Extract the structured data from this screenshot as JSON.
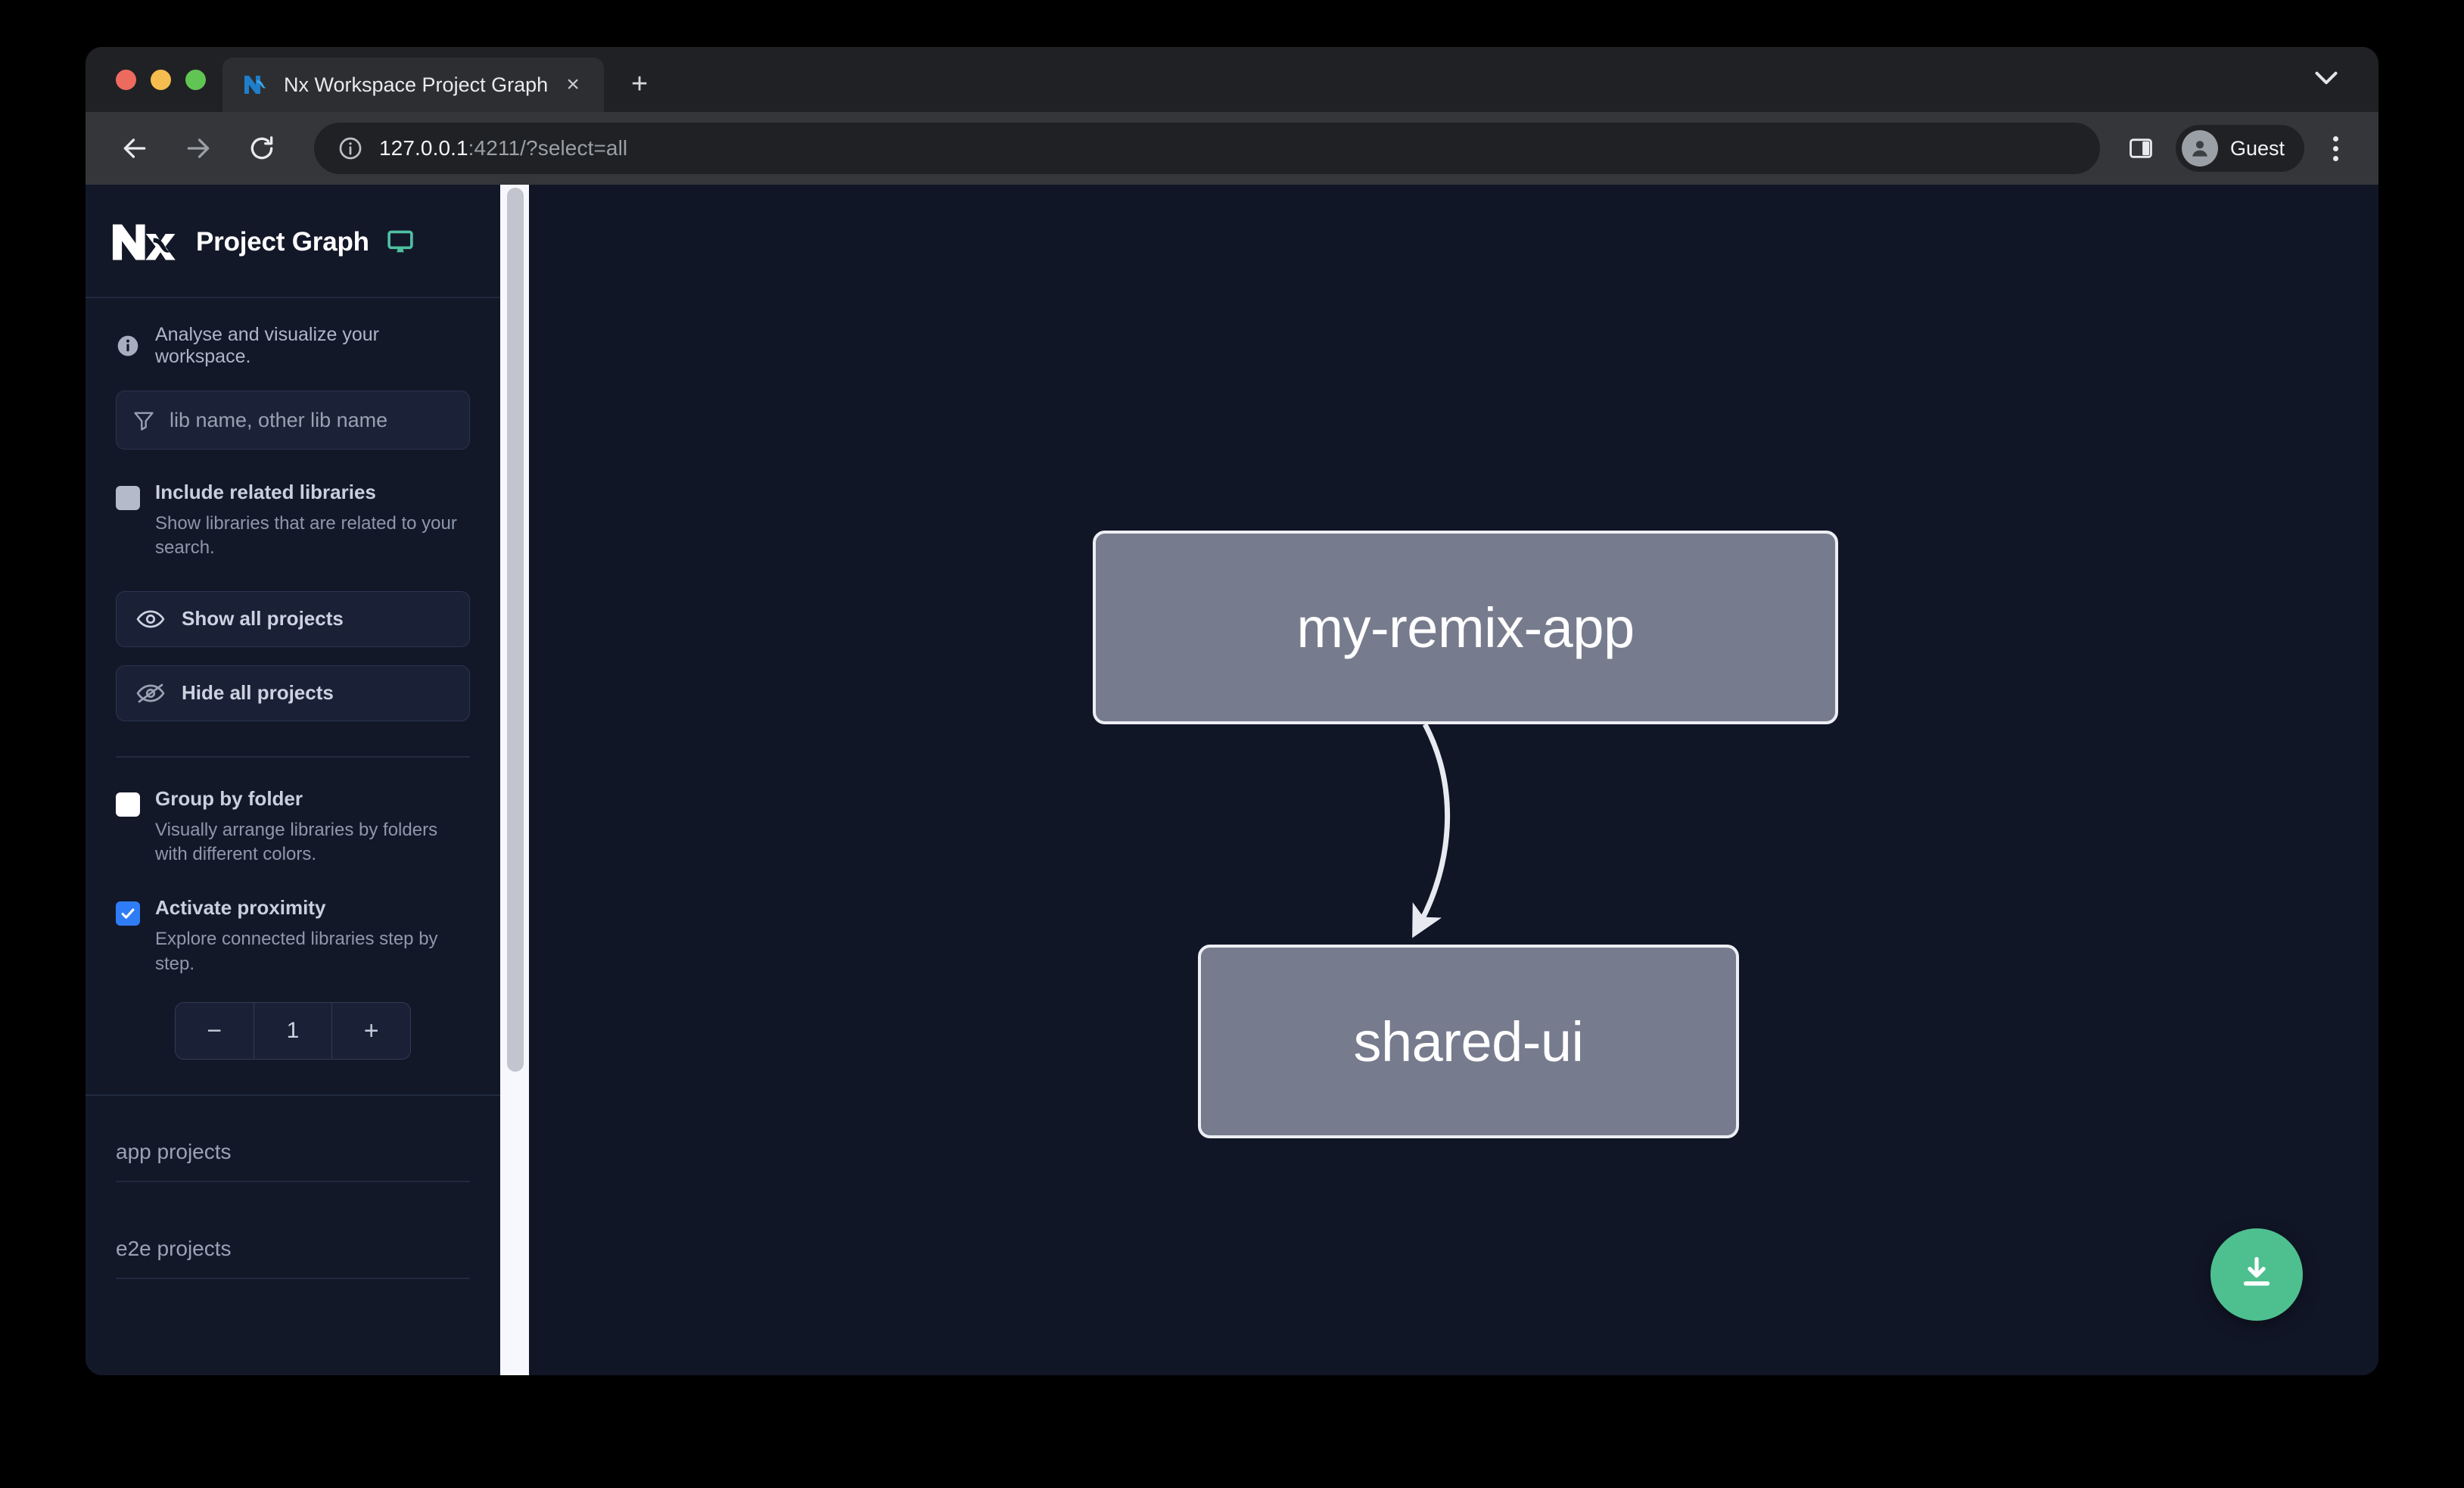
{
  "browser": {
    "tab": {
      "title": "Nx Workspace Project Graph",
      "favicon_name": "nx-favicon",
      "close_label": "×"
    },
    "new_tab_label": "+",
    "toolbar": {
      "back_name": "back-button",
      "forward_name": "forward-button",
      "reload_name": "reload-button",
      "url_host": "127.0.0.1",
      "url_rest": ":4211/?select=all",
      "site_info_icon": "info-circle-icon",
      "side_panel_icon": "side-panel-icon",
      "profile_name": "Guest",
      "menu_icon": "three-dot-menu-icon"
    }
  },
  "sidebar": {
    "logo_name": "nx-logo",
    "title": "Project Graph",
    "monitor_icon": "monitor-icon",
    "tagline": "Analyse and visualize your workspace.",
    "filter": {
      "placeholder": "lib name, other lib name",
      "icon": "funnel-icon"
    },
    "options": [
      {
        "id": "include-related-libraries",
        "label": "Include related libraries",
        "description": "Show libraries that are related to your search.",
        "state": "grey",
        "checked": false
      },
      {
        "id": "group-by-folder",
        "label": "Group by folder",
        "description": "Visually arrange libraries by folders with different colors.",
        "state": "white",
        "checked": false
      },
      {
        "id": "activate-proximity",
        "label": "Activate proximity",
        "description": "Explore connected libraries step by step.",
        "state": "blue",
        "checked": true
      }
    ],
    "buttons": [
      {
        "id": "show-all-projects",
        "label": "Show all projects",
        "icon": "eye-icon"
      },
      {
        "id": "hide-all-projects",
        "label": "Hide all projects",
        "icon": "eye-slash-icon"
      }
    ],
    "stepper": {
      "decrement_label": "−",
      "value": "1",
      "increment_label": "+"
    },
    "groups": [
      {
        "id": "app-projects",
        "label": "app projects"
      },
      {
        "id": "e2e-projects",
        "label": "e2e projects"
      }
    ]
  },
  "graph": {
    "nodes": [
      {
        "id": "my-remix-app",
        "label": "my-remix-app"
      },
      {
        "id": "shared-ui",
        "label": "shared-ui"
      }
    ],
    "edges": [
      {
        "from": "my-remix-app",
        "to": "shared-ui"
      }
    ],
    "download_button": {
      "name": "download-graph-button",
      "icon": "download-icon"
    }
  },
  "colors": {
    "accent_green": "#4ec08f",
    "node_fill": "#767b8d",
    "node_border": "#eceef3",
    "checkbox_blue": "#2f7df6",
    "canvas_bg": "#111627",
    "sidebar_bg": "#131829"
  }
}
